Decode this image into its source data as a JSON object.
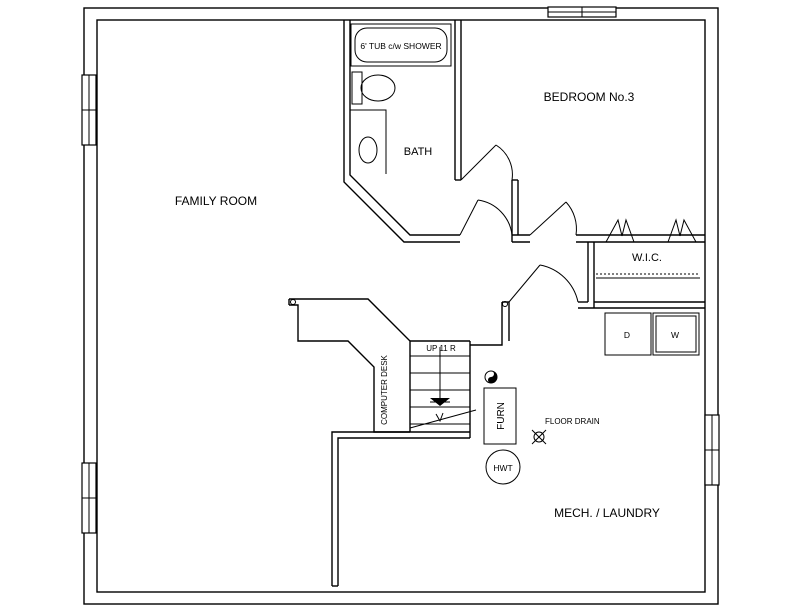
{
  "rooms": {
    "family_room": "FAMILY ROOM",
    "bath": "BATH",
    "tub": "6' TUB c/w SHOWER",
    "bedroom": "BEDROOM No.3",
    "wic": "W.I.C.",
    "computer_desk": "COMPUTER DESK",
    "stairs": "UP 11 R",
    "furnace": "FURN",
    "hot_water_tank": "HWT",
    "floor_drain": "FLOOR DRAIN",
    "mech_laundry": "MECH. / LAUNDRY",
    "dryer": "D",
    "washer": "W"
  }
}
